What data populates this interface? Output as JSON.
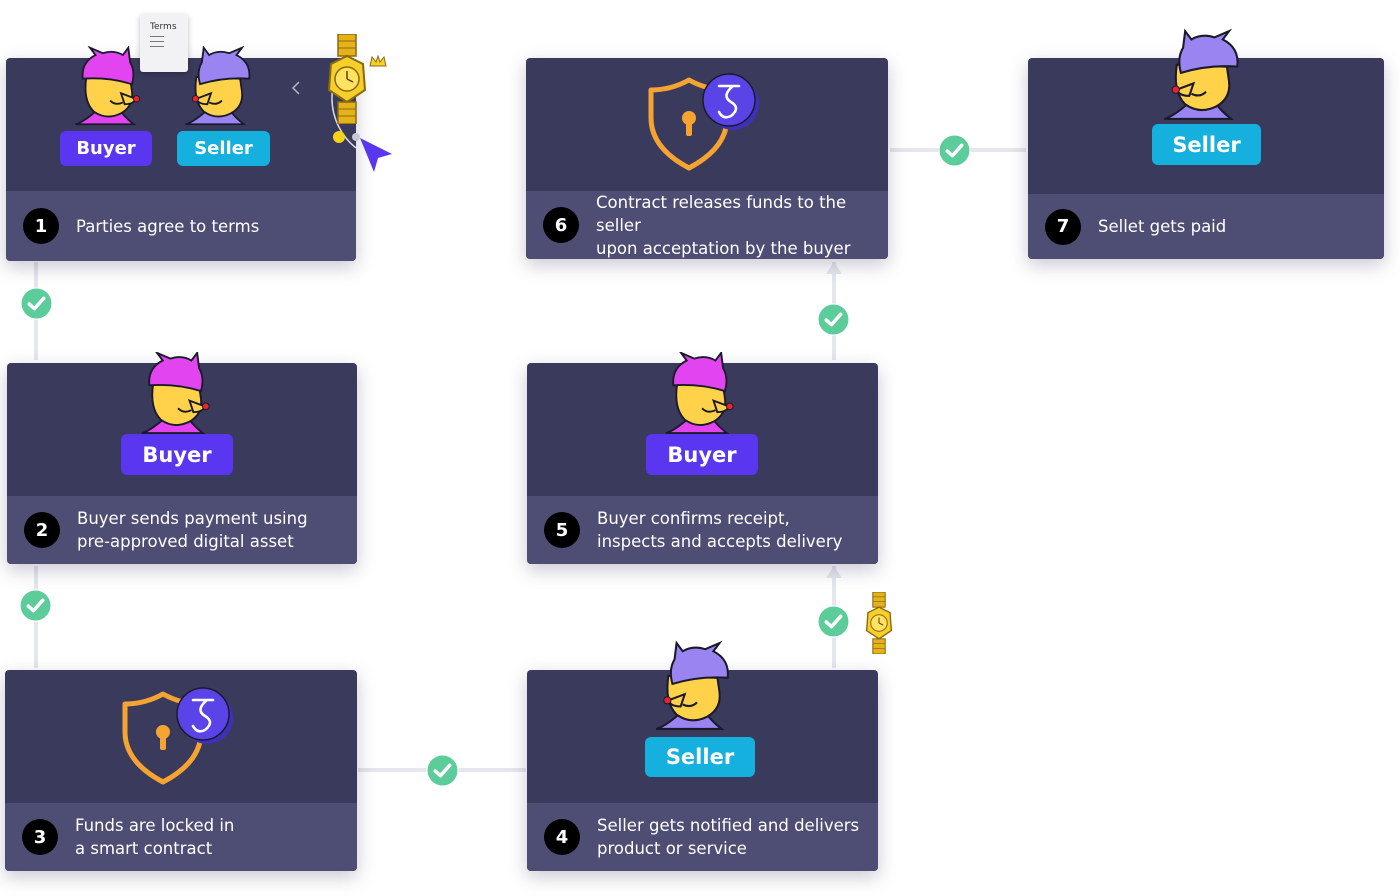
{
  "roles": {
    "buyer": "Buyer",
    "seller": "Seller"
  },
  "document": {
    "label": "Terms"
  },
  "steps": [
    {
      "num": "1",
      "caption": "Parties  agree to terms"
    },
    {
      "num": "2",
      "caption": "Buyer sends payment using\npre-approved digital asset"
    },
    {
      "num": "3",
      "caption": "Funds are locked in\n a smart contract"
    },
    {
      "num": "4",
      "caption": "Seller gets notified and delivers\nproduct or service"
    },
    {
      "num": "5",
      "caption": "Buyer confirms receipt,\ninspects and accepts delivery"
    },
    {
      "num": "6",
      "caption": "Contract releases funds to the seller\nupon acceptation by the buyer"
    },
    {
      "num": "7",
      "caption": "Sellet gets paid"
    }
  ],
  "colors": {
    "card": "#3a3a5c",
    "card_bar": "#4e4e74",
    "buyer_badge": "#5a36f0",
    "seller_badge": "#16b0de",
    "check": "#5ccd9a",
    "shield": "#f5a431",
    "coin": "#5a44e8",
    "fox": "#ffd24a",
    "buyer_hat": "#e245f0",
    "seller_hat": "#9a84f2"
  }
}
